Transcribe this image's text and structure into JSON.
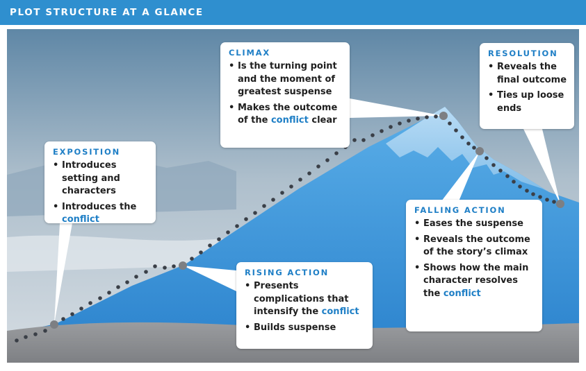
{
  "title": "PLOT STRUCTURE AT A GLANCE",
  "colors": {
    "accent": "#1f7fc6",
    "title_bar": "#2f8fcf",
    "mountain": "#3d95d8",
    "ground": "#8f9195",
    "dots": "#3a3f47"
  },
  "keyword": "conflict",
  "stages": {
    "exposition": {
      "heading": "EXPOSITION",
      "b1": "Introduces setting and characters",
      "b2": "Introduces the"
    },
    "rising_action": {
      "heading": "RISING ACTION",
      "b1": "Presents complications that intensify the",
      "b2": "Builds suspense"
    },
    "climax": {
      "heading": "CLIMAX",
      "b1": "Is the turning point and the moment of greatest suspense",
      "b2_pre": "Makes the outcome of the",
      "b2_post": "clear"
    },
    "falling_action": {
      "heading": "FALLING ACTION",
      "b1": "Eases the suspense",
      "b2": "Reveals the outcome of the story’s climax",
      "b3": "Shows how the main character resolves the"
    },
    "resolution": {
      "heading": "RESOLUTION",
      "b1": "Reveals the final outcome",
      "b2": "Ties up loose ends"
    }
  }
}
